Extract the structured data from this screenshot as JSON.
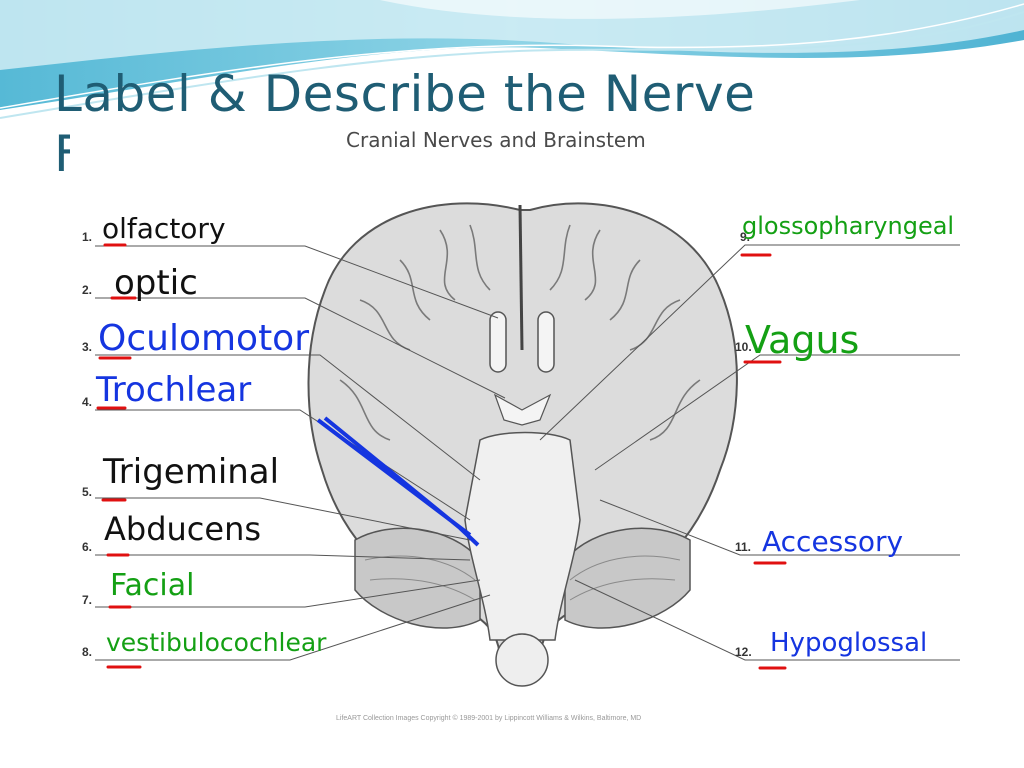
{
  "slide": {
    "title": "Label & Describe the Nerve F",
    "accent_color": "#1f5d74"
  },
  "figure": {
    "title": "Cranial Nerves and Brainstem",
    "copyright": "LifeART Collection Images Copyright © 1989-2001 by Lippincott Williams & Wilkins, Baltimore, MD"
  },
  "labels": [
    {
      "number": "1.",
      "answer": "olfactory",
      "ink": "black"
    },
    {
      "number": "2.",
      "answer": "optic",
      "ink": "black"
    },
    {
      "number": "3.",
      "answer": "Oculomotor",
      "ink": "blue"
    },
    {
      "number": "4.",
      "answer": "Trochlear",
      "ink": "blue"
    },
    {
      "number": "5.",
      "answer": "Trigeminal",
      "ink": "black"
    },
    {
      "number": "6.",
      "answer": "Abducens",
      "ink": "black"
    },
    {
      "number": "7.",
      "answer": "Facial",
      "ink": "green"
    },
    {
      "number": "8.",
      "answer": "vestibulocochlear",
      "ink": "green"
    },
    {
      "number": "9.",
      "answer": "glossopharyngeal",
      "ink": "green"
    },
    {
      "number": "10.",
      "answer": "Vagus",
      "ink": "green"
    },
    {
      "number": "11.",
      "answer": "Accessory",
      "ink": "blue"
    },
    {
      "number": "12.",
      "answer": "Hypoglossal",
      "ink": "blue"
    }
  ],
  "ink_colors": {
    "black": "#111111",
    "blue": "#1535e0",
    "green": "#14a014",
    "underline": "#e01010"
  }
}
